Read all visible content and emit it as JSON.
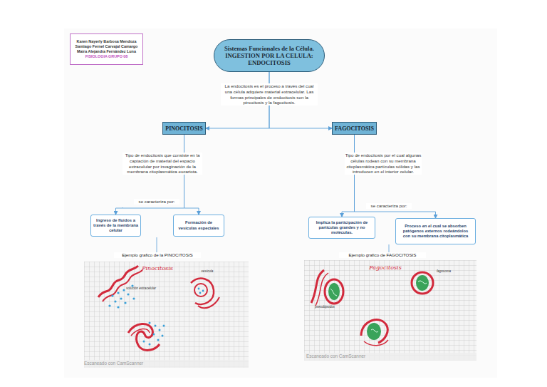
{
  "diagram": {
    "nodes": [
      {
        "text": [
          "Karen Nayerly Barbosa Mendoza",
          "Santiago Fernel Carvajal Camargo",
          "Maira Alejandra Fernández Luna",
          "FISIOLOGIA GRUPO 08"
        ]
      },
      {
        "text": [
          "Sistemas Funcionales de la Célula. INGESTION POR LA CELULA: ENDOCITOSIS"
        ]
      },
      {
        "text": [
          "PINOCITOSIS"
        ]
      },
      {
        "text": [
          "FAGOCITOSIS"
        ]
      },
      {
        "text": [
          "Ingreso de fluidos a través de la membrana celular"
        ]
      },
      {
        "text": [
          "Formación de vesículas especiales"
        ]
      },
      {
        "text": [
          "Implica la participación de partículas grandes y no moléculas."
        ]
      },
      {
        "text": [
          "Proceso en el cual se absorben patógenos externos rodeándolos con su membrana citoplasmática"
        ]
      }
    ],
    "edges": [
      {
        "from": 1,
        "to": 2,
        "arrow": "to"
      },
      {
        "from": 1,
        "to": 3,
        "arrow": "to"
      },
      {
        "from": 2,
        "to": 4,
        "arrow": "to"
      },
      {
        "from": 2,
        "to": 5,
        "arrow": "to"
      },
      {
        "from": 3,
        "to": 6,
        "arrow": "to"
      },
      {
        "from": 3,
        "to": 7,
        "arrow": "to"
      }
    ],
    "labels": [
      "La endocitosis es el proceso a través del cual una célula adquiere material extracelular. Las formas principales de endocitosis son la pinocitosis y la fagocitosis.",
      "Tipo de endocitosis que consiste en la captación de material del espacio extracelular por invaginación de la membrana citoplasmática eucariota.",
      "Tipo de endocitosis por el cual algunas células rodean con su membrana citoplasmática partículas sólidas y las introducen en el interior celular.",
      "se caracteriza por:",
      "se caracteriza por:",
      "Ejemplo grafico de la PINOCITOSIS",
      "Ejemplo grafico de FAGOCITOSIS",
      "Pinocitosis",
      "vesícula",
      "solución extracelular",
      "Fagocitosis",
      "fagosoma",
      "pseudópodos",
      "Escaneado con CamScanner",
      "Escaneado con CamScanner"
    ]
  }
}
